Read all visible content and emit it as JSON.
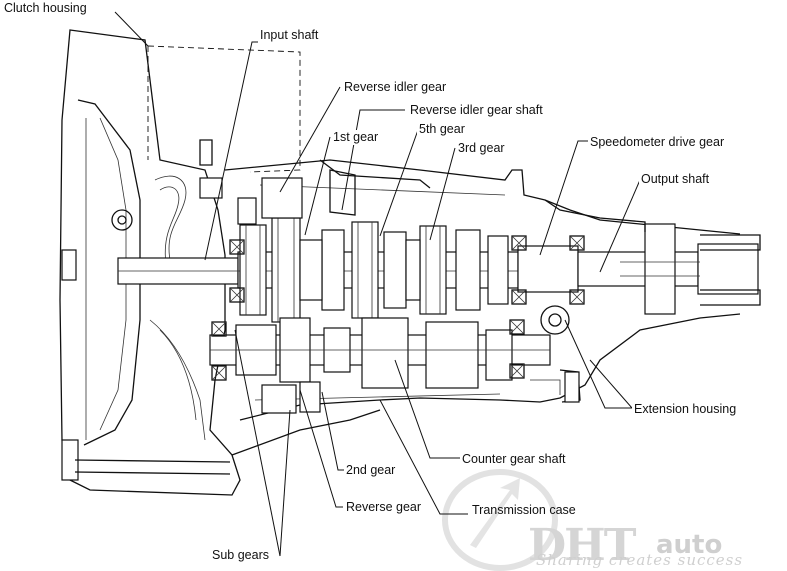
{
  "labels": {
    "clutch_housing": "Clutch housing",
    "input_shaft": "Input shaft",
    "reverse_idler_gear": "Reverse idler gear",
    "reverse_idler_gear_shaft": "Reverse idler gear shaft",
    "fifth_gear": "5th gear",
    "first_gear": "1st gear",
    "third_gear": "3rd gear",
    "speedometer_drive_gear": "Speedometer drive gear",
    "output_shaft": "Output shaft",
    "extension_housing": "Extension housing",
    "counter_gear_shaft": "Counter gear shaft",
    "second_gear": "2nd gear",
    "transmission_case": "Transmission case",
    "reverse_gear": "Reverse gear",
    "sub_gears": "Sub gears"
  },
  "watermark": {
    "logo": "DHT",
    "auto": "auto",
    "slogan": "Sharing creates success"
  }
}
